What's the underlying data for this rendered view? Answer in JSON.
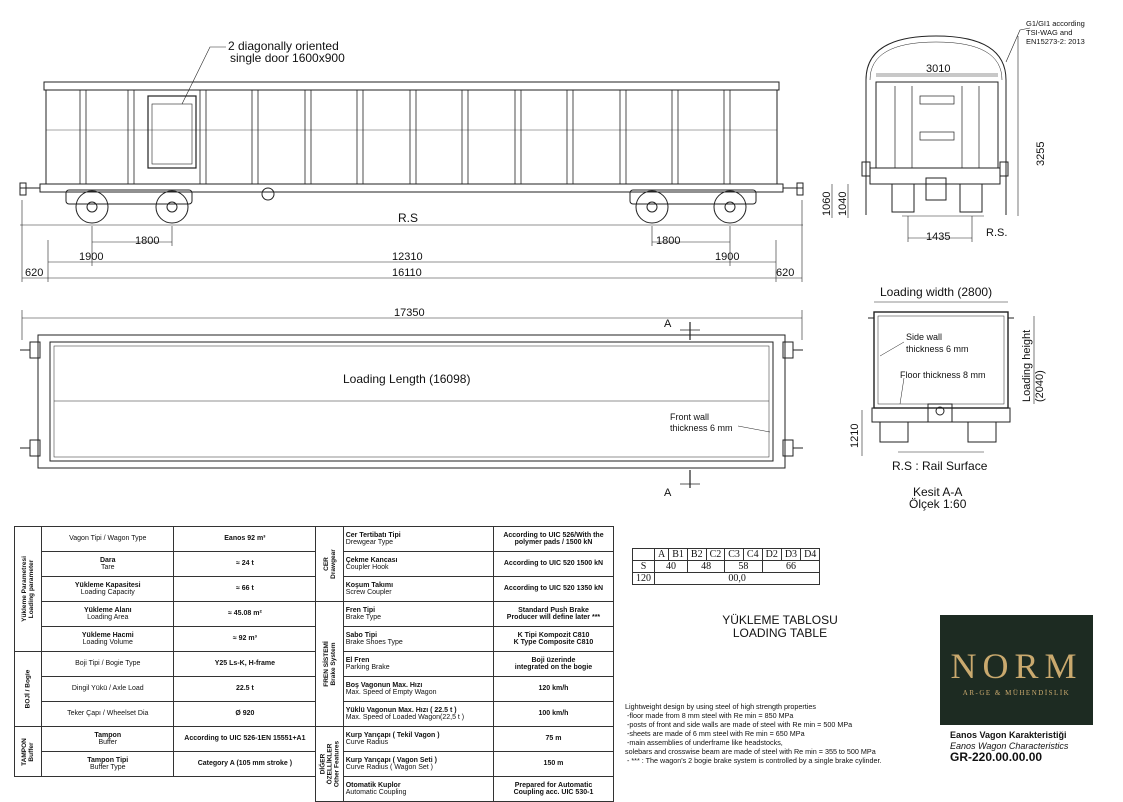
{
  "side_view": {
    "door_note": "2 diagonally oriented\nsingle door 1600x900",
    "rs_label": "R.S",
    "dim_bogie_a": "1800",
    "dim_bogie_b": "1800",
    "dim_overhang_a": "1900",
    "dim_pivot": "12310",
    "dim_overhang_b": "1900",
    "dim_buffer_a": "620",
    "dim_frame": "16110",
    "dim_buffer_b": "620"
  },
  "end_view": {
    "gauge_note": "G1/GI1 according\nTSI-WAG and\nEN15273-2: 2013",
    "dim_width": "3010",
    "dim_height": "3255",
    "dim_floor_1": "1060",
    "dim_floor_2": "1040",
    "dim_track": "1435",
    "rs_label": "R.S."
  },
  "top_view": {
    "dim_overall": "17350",
    "loading_length": "Loading Length (16098)",
    "front_wall": "Front wall\nthickness 6 mm",
    "section_mark_top": "A",
    "section_mark_bottom": "A"
  },
  "section_view": {
    "loading_width": "Loading width (2800)",
    "side_wall": "Side wall\nthickness 6 mm",
    "floor": "Floor thickness 8 mm",
    "loading_height": "Loading height\n(2040)",
    "dim_floor": "1210",
    "rs_label": "R.S : Rail Surface",
    "section_title": "Kesit A-A",
    "scale": "Ölçek 1:60"
  },
  "spec_table": {
    "wagon_type_label": "Vagon Tipi / Wagon Type",
    "wagon_type_value": "Eanos 92 m³",
    "group_loading": "Yükleme Parametresi\nLoading parameter",
    "tare_tr": "Dara",
    "tare_en": "Tare",
    "tare_value": "≈ 24 t",
    "capacity_tr": "Yükleme Kapasitesi",
    "capacity_en": "Loading Capacity",
    "capacity_value": "≈ 66 t",
    "area_tr": "Yükleme Alanı",
    "area_en": "Loading Area",
    "area_value": "≈ 45.08 m²",
    "volume_tr": "Yükleme Hacmi",
    "volume_en": "Loading Volume",
    "volume_value": "≈ 92 m³",
    "group_bogie": "BOJİ / Bogie",
    "bogie_type_label": "Boji Tipi / Bogie Type",
    "bogie_type_value": "Y25 Ls-K, H-frame",
    "axle_load_label": "Dingil Yükü / Axle Load",
    "axle_load_value": "22.5 t",
    "wheel_label": "Teker Çapı / Wheelset Dia",
    "wheel_value": "Ø 920",
    "group_buffer": "TAMPON\nBuffer",
    "buffer_tr": "Tampon",
    "buffer_en": "Buffer",
    "buffer_value": "According to UIC 526-1EN 15551+A1",
    "buffer_type_tr": "Tampon Tipi",
    "buffer_type_en": "Buffer Type",
    "buffer_type_value": "Category A (105 mm stroke )",
    "group_drawgear": "CER\nDrawgear",
    "drawgear_tr": "Cer Tertibatı Tipi",
    "drawgear_en": "Drewgear Type",
    "drawgear_value": "According to UIC 526/With the polymer pads / 1500 kN",
    "hook_tr": "Çekme Kancası",
    "hook_en": "Coupler Hook",
    "hook_value": "According to UIC 520 1500 kN",
    "screw_tr": "Koşum Takımı",
    "screw_en": "Screw Coupler",
    "screw_value": "According to UIC 520 1350 kN",
    "group_brake": "FREN SİSTEMİ\nBrake System",
    "brake_tr": "Fren Tipi",
    "brake_en": "Brake Type",
    "brake_value": "Standard Push Brake\nProducer will define later ***",
    "shoe_tr": "Sabo Tipi",
    "shoe_en": "Brake Shoes Type",
    "shoe_value": "K Tipi Kompozit C810\nK Type Composite C810",
    "parking_tr": "El Fren",
    "parking_en": "Parking Brake",
    "parking_value": "Boji üzerinde\nintegrated on the bogie",
    "speed_empty_tr": "Boş Vagonun Max. Hızı",
    "speed_empty_en": "Max. Speed of Empty Wagon",
    "speed_empty_value": "120 km/h",
    "speed_loaded_tr": "Yüklü Vagonun Max. Hızı ( 22.5 t )",
    "speed_loaded_en": "Max. Speed of Loaded Wagon(22,5 t )",
    "speed_loaded_value": "100 km/h",
    "group_other": "DİĞER\nÖZELLİKLER\nOther Features",
    "curve_single_tr": "Kurp Yarıçapı ( Tekil Vagon )",
    "curve_single_en": "Curve Radius",
    "curve_single_value": "75 m",
    "curve_set_tr": "Kurp Yarıçapı ( Vagon Seti )",
    "curve_set_en": "Curve Radius ( Wagon Set )",
    "curve_set_value": "150 m",
    "auto_tr": "Otomatik Kuplor",
    "auto_en": "Automatic Coupling",
    "auto_value": "Prepared for Automatic\nCoupling acc. UIC 530-1"
  },
  "loading_table": {
    "headers": [
      "",
      "A",
      "B1",
      "B2",
      "C2",
      "C3",
      "C4",
      "D2",
      "D3",
      "D4"
    ],
    "row_s_label": "S",
    "row_s_values": [
      "40",
      "48",
      "58",
      "66"
    ],
    "row_120_label": "120",
    "row_120_value": "00,0",
    "title_tr": "YÜKLEME TABLOSU",
    "title_en": "LOADING TABLE"
  },
  "notes": "Lightweight design by using steel of high strength properties\n -floor made from 8 mm steel with Re min = 850 MPa\n -posts of front and side walls are made of steel with Re min = 500 MPa\n -sheets are made of 6 mm steel with Re min = 650 MPa\n -main assemblies of underframe like headstocks,\nsolebars and crosswise beam are made of steel with Re min = 355 to 500 MPa\n - *** : The wagon's 2 bogie brake system is controlled by a single brake cylinder.",
  "title_block": {
    "logo_main": "NORM",
    "logo_sub": "AR-GE & MÜHENDİSLİK",
    "title_tr": "Eanos Vagon Karakteristiği",
    "title_en": "Eanos Wagon Characteristics",
    "drawing_no": "GR-220.00.00.00"
  },
  "colors": {
    "logo_bg": "#1d2b22",
    "logo_fg": "#c9a96e",
    "line": "#222222"
  }
}
